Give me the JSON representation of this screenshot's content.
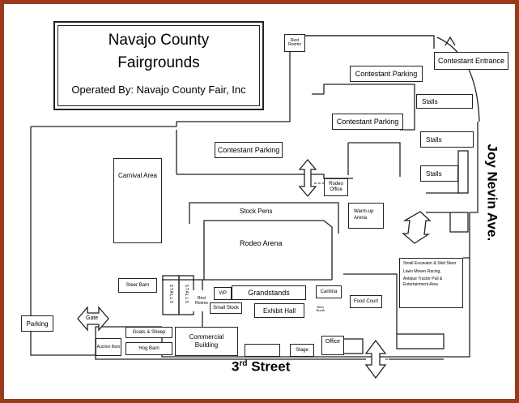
{
  "title": {
    "line1": "Navajo County",
    "line2": "Fairgrounds",
    "operator": "Operated By: Navajo County Fair, Inc"
  },
  "streets": {
    "south": "3",
    "south_sup": "rd",
    "south_rest": " Street",
    "east": "Joy Nevin Ave."
  },
  "areas": {
    "rest_rooms_top": "Rest Rooms",
    "contestant_entrance": "Contestant Entrance",
    "contestant_parking_1": "Contestant Parking",
    "contestant_parking_2": "Contestant Parking",
    "contestant_parking_3": "Contestant Parking",
    "stalls_1": "Stalls",
    "stalls_2": "Stalls",
    "stalls_3": "Stalls",
    "carnival_area": "Carnival Area",
    "rodeo_office": "Rodeo Office",
    "stock_pens": "Stock Pens",
    "warmup_arena": "Warm-up Arena",
    "rodeo_arena": "Rodeo Arena",
    "events_area": [
      "Small Excavator & Skid Steer",
      "Lawn Mower Racing,",
      "Antique Tractor Pull & Entertainment Area"
    ],
    "steer_barn": "Steer Barn",
    "stalls_v1": "STALLS",
    "stalls_v2": "STALLS",
    "rest_rooms": "Rest Rooms",
    "vip": "VIP",
    "grandstands": "Grandstands",
    "small_stock": "Small Stock",
    "exhibit_hall": "Exhibit Hall",
    "cantina": "Cantina",
    "beer_booth": "Beer Booth",
    "food_court": "Food Court",
    "parking": "Parking",
    "gate": "Gate",
    "goats_sheep": "Goats & Sheep",
    "auction_barn": "Auction Barn",
    "hog_barn": "Hog Barn",
    "commercial_building": "Commercial Building",
    "stage": "Stage",
    "office": "Office"
  },
  "colors": {
    "frame": "#9a3b1c",
    "lines": "#222222"
  }
}
